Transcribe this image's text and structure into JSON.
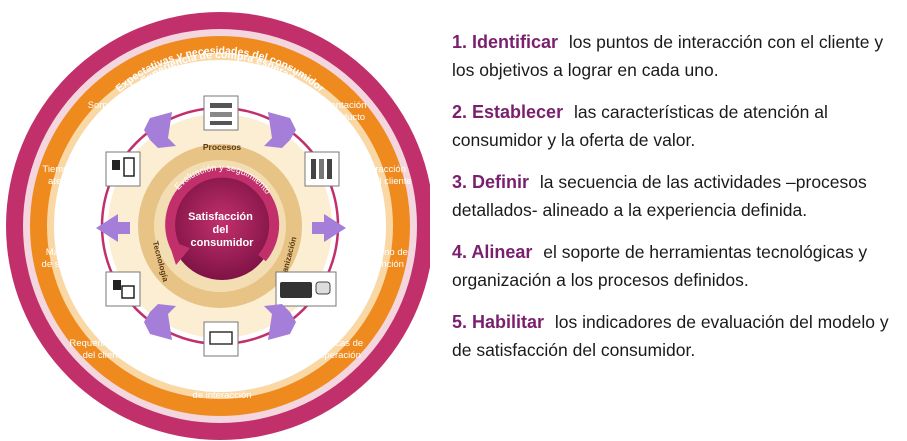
{
  "diagram": {
    "outer_ring_label": "Expectativas y necesidades del consumidor",
    "middle_ring_label": "Experiencia de compra esperada",
    "inner_ring_label": "Evaluación y seguimiento",
    "center_label": [
      "Satisfacción",
      "del",
      "consumidor"
    ],
    "procesos_label": "Procesos",
    "tecnologia_label": "Tecnología",
    "organizacion_label": "Organización",
    "ring_items": [
      {
        "lines": [
          "Sorpresa y",
          "deleite"
        ]
      },
      {
        "lines": [
          "Presentación",
          "de producto"
        ]
      },
      {
        "lines": [
          "Tiempo de",
          "atención"
        ]
      },
      {
        "lines": [
          "Interacción",
          "con el cliente"
        ]
      },
      {
        "lines": [
          "Material",
          "de soporte"
        ]
      },
      {
        "lines": [
          "Entorno de",
          "atención"
        ]
      },
      {
        "lines": [
          "Requerimientos",
          "del cliente"
        ]
      },
      {
        "lines": [
          "Políticas de",
          "operación"
        ]
      },
      {
        "lines": [
          "Herramientas",
          "de interacción"
        ]
      }
    ],
    "colors": {
      "outer": "#c2306c",
      "middle": "#ef8a1f",
      "inner_cream": "#fbeed3",
      "gear_ring": "#e8c386",
      "center": "#9c1a55",
      "arrow": "#a47ed8"
    }
  },
  "steps": [
    {
      "keyword": "1. Identificar",
      "text": "los puntos de interacción con el cliente y los objetivos a lograr en cada uno."
    },
    {
      "keyword": "2. Establecer",
      "text": "las características de atención al consumidor y la oferta de valor."
    },
    {
      "keyword": "3. Definir",
      "text": "la secuencia de las actividades –procesos detallados- alineado a la experiencia definida."
    },
    {
      "keyword": "4. Alinear",
      "text": "el soporte de herramientas tecnológicas y organización a los procesos definidos."
    },
    {
      "keyword": "5. Habilitar",
      "text": "los indicadores de evaluación del modelo y de satisfacción del consumidor."
    }
  ]
}
